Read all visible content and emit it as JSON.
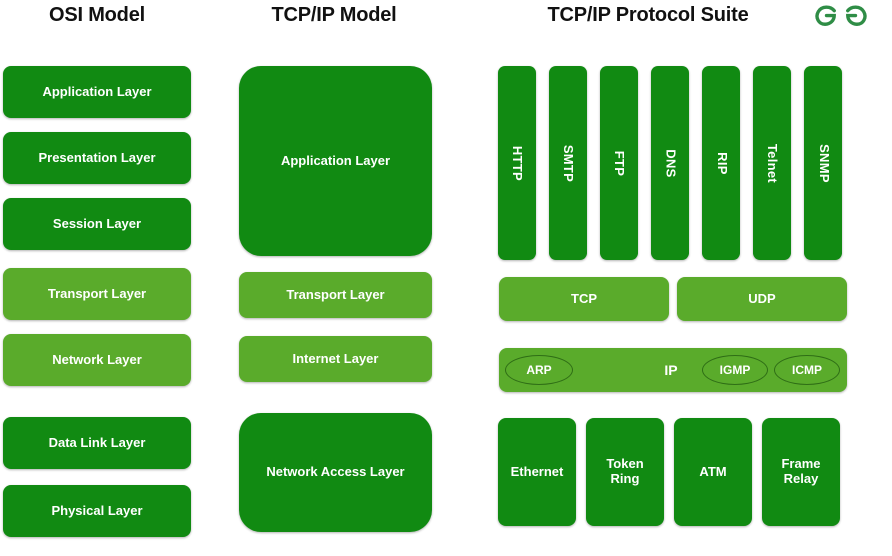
{
  "colors": {
    "dark_green": "#118a12",
    "light_green": "#5aab2b",
    "text_on_box": "#ffffff",
    "heading": "#111111",
    "logo_green": "#2f8d46",
    "background": "#ffffff"
  },
  "headings": {
    "osi": "OSI Model",
    "tcpip": "TCP/IP Model",
    "suite": "TCP/IP Protocol Suite"
  },
  "logo": {
    "name": "geeksforgeeks-logo",
    "alt": "GeeksforGeeks"
  },
  "osi_model": {
    "layers": [
      {
        "label": "Application Layer",
        "shade": "dark"
      },
      {
        "label": "Presentation Layer",
        "shade": "dark"
      },
      {
        "label": "Session Layer",
        "shade": "dark"
      },
      {
        "label": "Transport Layer",
        "shade": "light"
      },
      {
        "label": "Network Layer",
        "shade": "light"
      },
      {
        "label": "Data Link Layer",
        "shade": "dark"
      },
      {
        "label": "Physical Layer",
        "shade": "dark"
      }
    ]
  },
  "tcpip_model": {
    "layers": [
      {
        "label": "Application Layer",
        "shade": "dark"
      },
      {
        "label": "Transport Layer",
        "shade": "light"
      },
      {
        "label": "Internet Layer",
        "shade": "light"
      },
      {
        "label": "Network Access Layer",
        "shade": "dark"
      }
    ]
  },
  "protocol_suite": {
    "application_protocols": [
      {
        "label": "HTTP"
      },
      {
        "label": "SMTP"
      },
      {
        "label": "FTP"
      },
      {
        "label": "DNS"
      },
      {
        "label": "RIP"
      },
      {
        "label": "Telnet"
      },
      {
        "label": "SNMP"
      }
    ],
    "transport_protocols": [
      {
        "label": "TCP"
      },
      {
        "label": "UDP"
      }
    ],
    "internet_layer": {
      "main": "IP",
      "side_protocols": [
        {
          "label": "ARP"
        },
        {
          "label": "IGMP"
        },
        {
          "label": "ICMP"
        }
      ]
    },
    "network_access_protocols": [
      {
        "label": "Ethernet"
      },
      {
        "label": "Token\nRing",
        "line1": "Token",
        "line2": "Ring"
      },
      {
        "label": "ATM"
      },
      {
        "label": "Frame\nRelay",
        "line1": "Frame",
        "line2": "Relay"
      }
    ]
  }
}
